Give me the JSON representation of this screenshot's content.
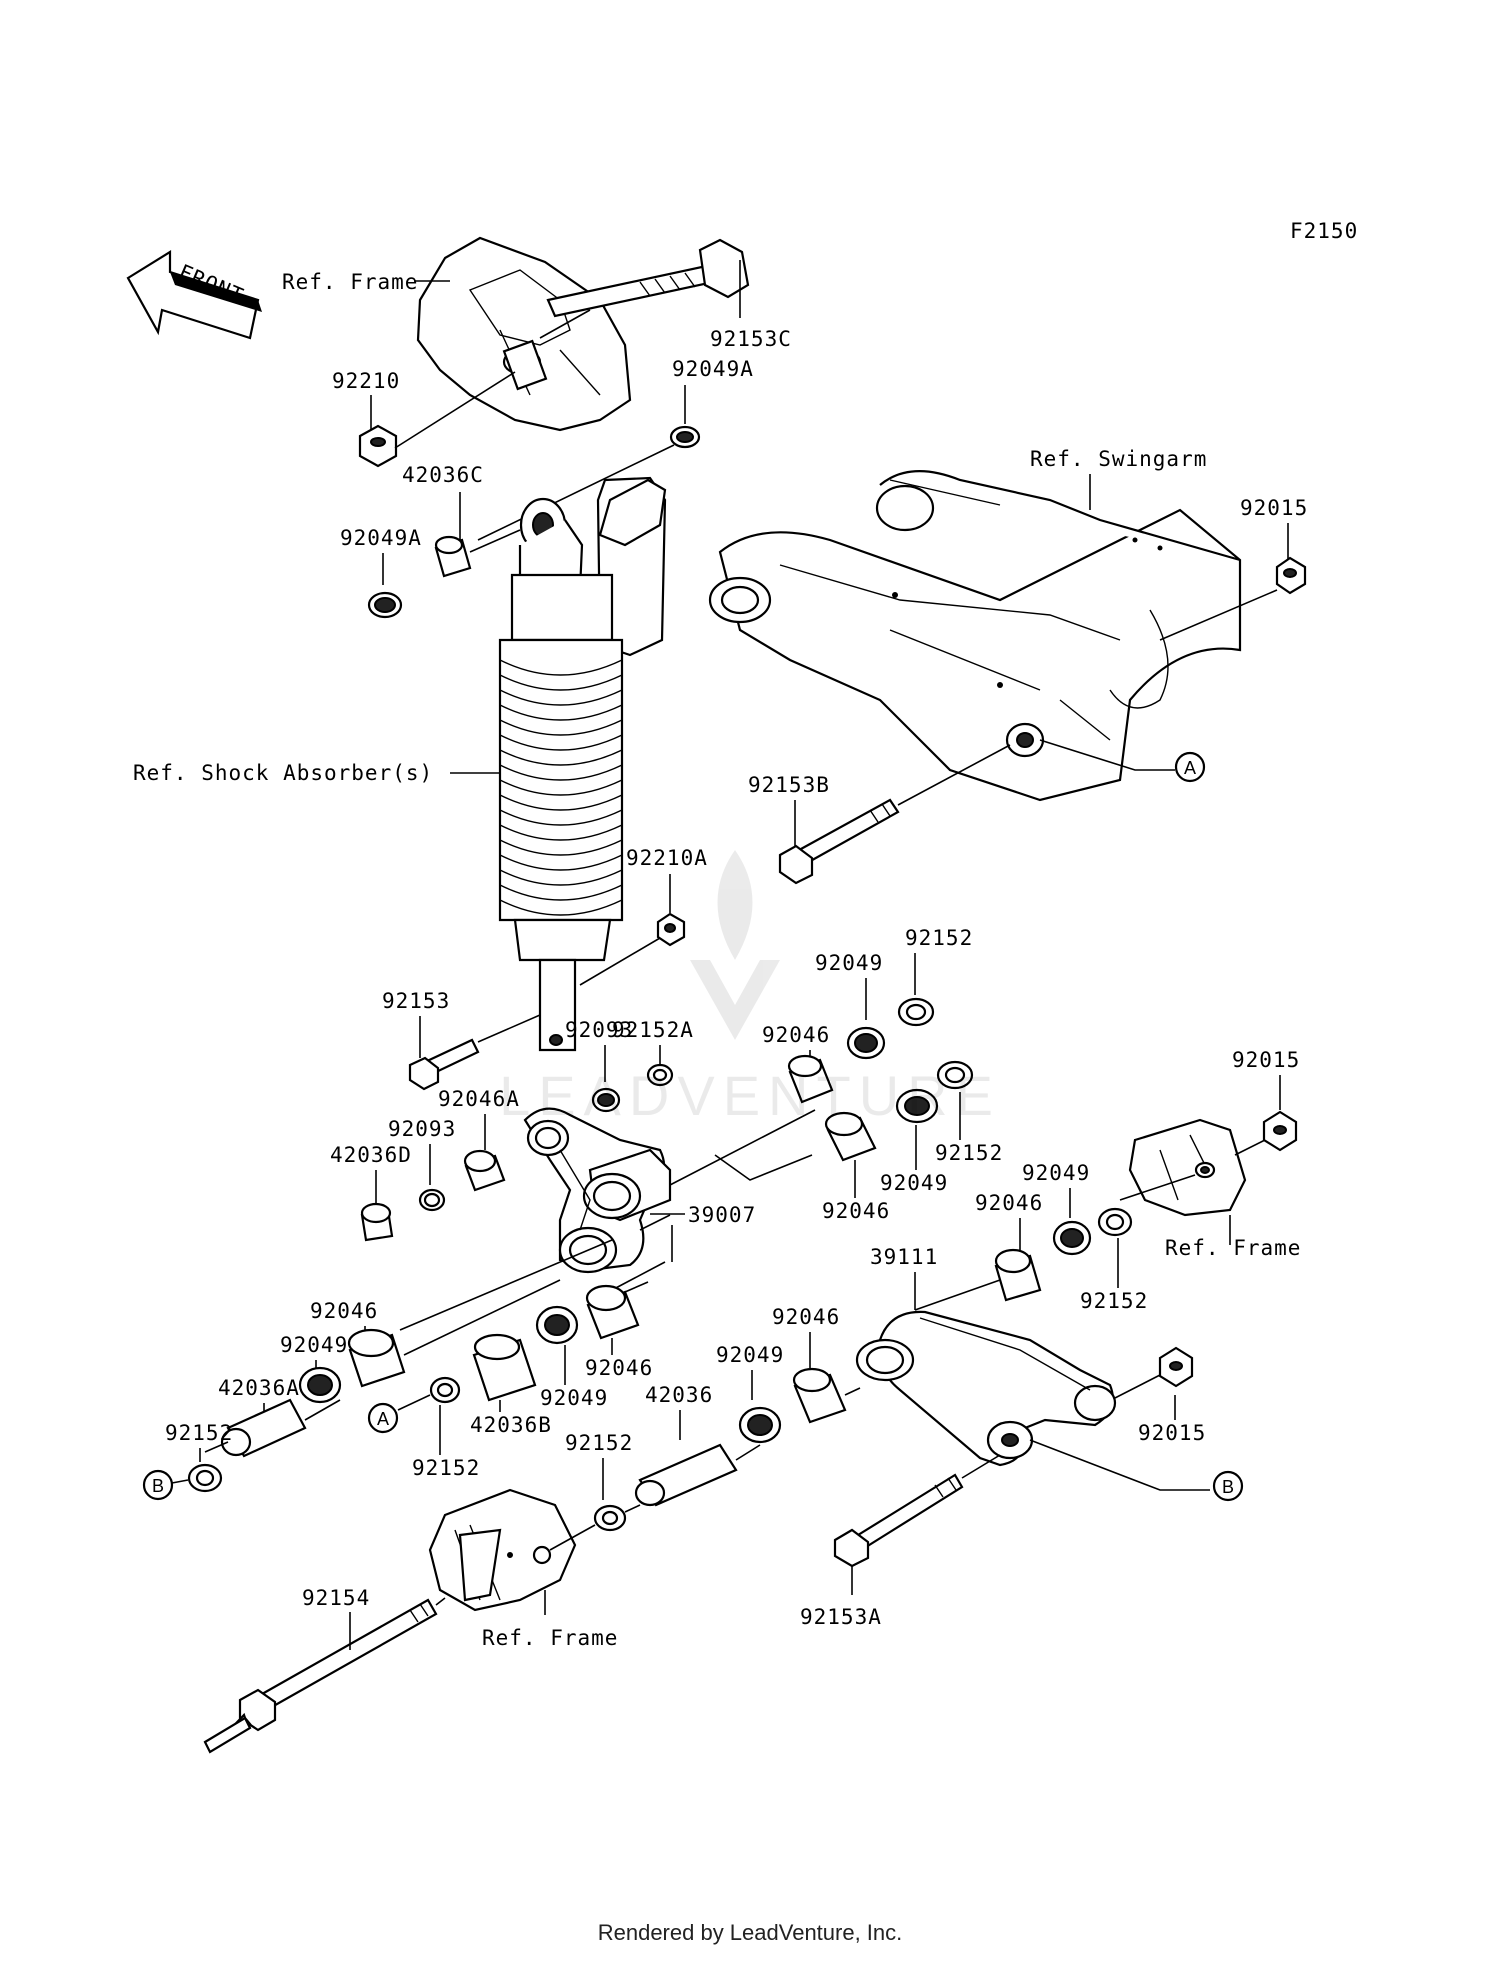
{
  "figure_code": "F2150",
  "front_label": "FRONT",
  "footer": "Rendered by LeadVenture, Inc.",
  "watermark": "LEADVENTURE",
  "refs": {
    "frame_top": "Ref. Frame",
    "swingarm": "Ref. Swingarm",
    "shock": "Ref. Shock Absorber(s)",
    "frame_right": "Ref. Frame",
    "frame_bottom": "Ref. Frame"
  },
  "callouts": {
    "a1": "A",
    "a2": "A",
    "b1": "B",
    "b2": "B"
  },
  "parts": {
    "p92153C": "92153C",
    "p92210": "92210",
    "p92049A_top": "92049A",
    "p42036C": "42036C",
    "p92049A_left": "92049A",
    "p92015_top": "92015",
    "p92153B": "92153B",
    "p92210A": "92210A",
    "p92152_top": "92152",
    "p92049_top": "92049",
    "p92153": "92153",
    "p92152A": "92152A",
    "p92046_top": "92046",
    "p92093_top": "92093",
    "p92046A": "92046A",
    "p92093_left": "92093",
    "p42036D": "42036D",
    "p92152_mid": "92152",
    "p92049_mid": "92049",
    "p92046_mid": "92046",
    "p39007": "39007",
    "p92015_right": "92015",
    "p92049_right": "92049",
    "p92046_right": "92046",
    "p92152_right": "92152",
    "p39111": "39111",
    "p92046_left": "92046",
    "p92049_left": "92049",
    "p42036A": "42036A",
    "p92152_left": "92152",
    "p92046_center": "92046",
    "p92049_center": "92049",
    "p42036B": "42036B",
    "p92152_center": "92152",
    "p92046_lower": "92046",
    "p92049_lower": "92049",
    "p42036": "42036",
    "p92152_lower": "92152",
    "p92015_lower": "92015",
    "p92154": "92154",
    "p92153A": "92153A"
  }
}
